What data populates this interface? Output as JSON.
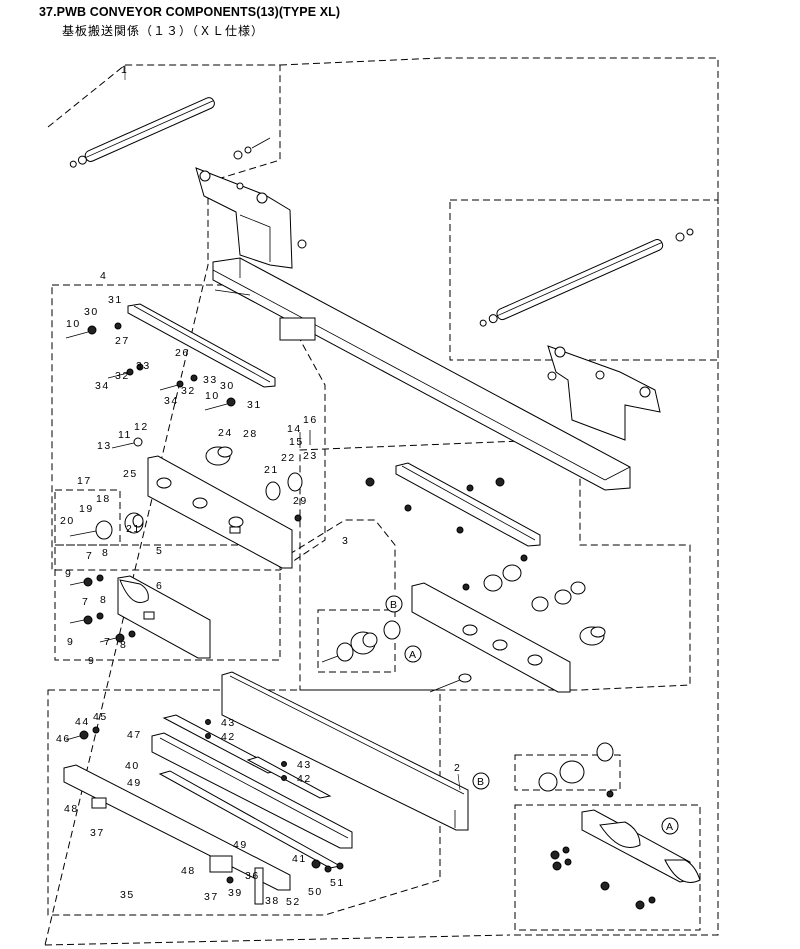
{
  "header": {
    "title": "37.PWB CONVEYOR COMPONENTS(13)(TYPE XL)",
    "subtitle": "基板搬送関係（１３）（ＸＬ仕様）"
  },
  "callouts": {
    "c1": "1",
    "c2": "2",
    "c3": "3",
    "c4": "4",
    "c5": "5",
    "c6": "6",
    "c7a": "7",
    "c7b": "7",
    "c7c": "7",
    "c8a": "8",
    "c8b": "8",
    "c8c": "8",
    "c9a": "9",
    "c9b": "9",
    "c9c": "9",
    "c10a": "10",
    "c10b": "10",
    "c11": "11",
    "c12": "12",
    "c13": "13",
    "c14": "14",
    "c15": "15",
    "c16": "16",
    "c17": "17",
    "c18": "18",
    "c19": "19",
    "c20": "20",
    "c21a": "21",
    "c21b": "21",
    "c22": "22",
    "c23": "23",
    "c24": "24",
    "c25": "25",
    "c26": "26",
    "c27": "27",
    "c28": "28",
    "c29": "29",
    "c30a": "30",
    "c30b": "30",
    "c31a": "31",
    "c31b": "31",
    "c32a": "32",
    "c32b": "32",
    "c33a": "33",
    "c33b": "33",
    "c34a": "34",
    "c34b": "34",
    "c35": "35",
    "c36": "36",
    "c37a": "37",
    "c37b": "37",
    "c38": "38",
    "c39": "39",
    "c40": "40",
    "c41": "41",
    "c42a": "42",
    "c42b": "42",
    "c43a": "43",
    "c43b": "43",
    "c44": "44",
    "c45": "45",
    "c46": "46",
    "c47": "47",
    "c48a": "48",
    "c48b": "48",
    "c49a": "49",
    "c49b": "49",
    "c50": "50",
    "c51": "51",
    "c52": "52"
  },
  "markers": {
    "a1": "A",
    "a2": "A",
    "b1": "B",
    "b2": "B"
  }
}
